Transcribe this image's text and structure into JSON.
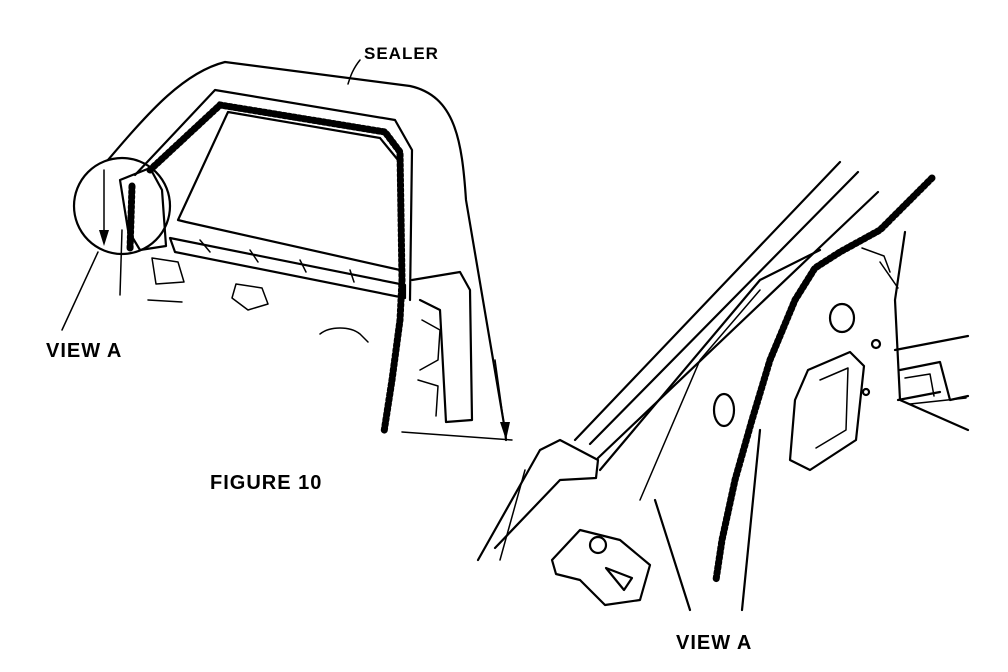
{
  "labels": {
    "sealer": "SEALER",
    "view_a_callout": "VIEW A",
    "figure_caption": "FIGURE 10",
    "view_a_detail": "VIEW A"
  },
  "colors": {
    "ink": "#000000",
    "background": "#ffffff"
  }
}
